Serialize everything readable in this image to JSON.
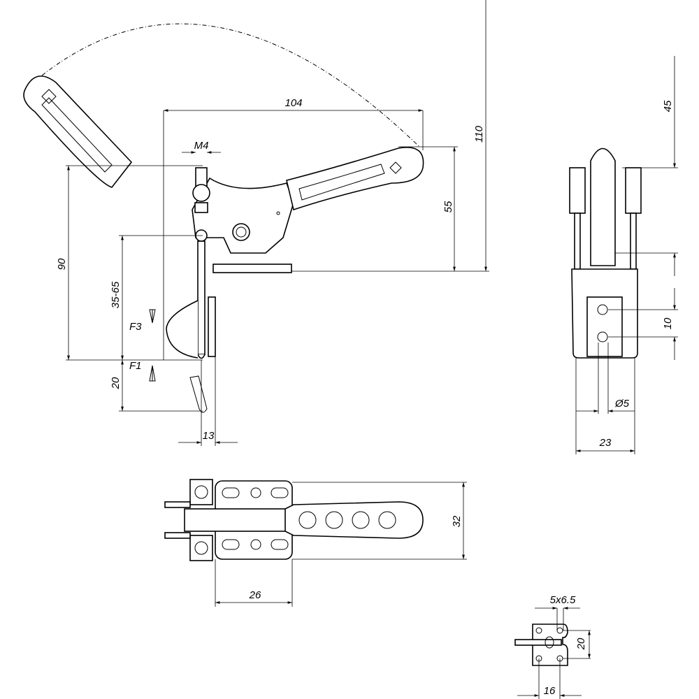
{
  "side_view": {
    "width": "104",
    "height_total": "110",
    "thread": "M4",
    "handle_height": "55",
    "clamp_height": "90",
    "spindle_range": "35-65",
    "force_f3": "F3",
    "force_f1": "F1",
    "open_travel": "20",
    "offset": "13"
  },
  "end_view": {
    "height": "45",
    "hole_spacing": "10",
    "hole_dia": "Ø5",
    "width": "23"
  },
  "top_view": {
    "length": "32",
    "base_length": "26"
  },
  "base_detail": {
    "slot": "5x6.5",
    "spacing_v": "20",
    "spacing_h": "16"
  }
}
